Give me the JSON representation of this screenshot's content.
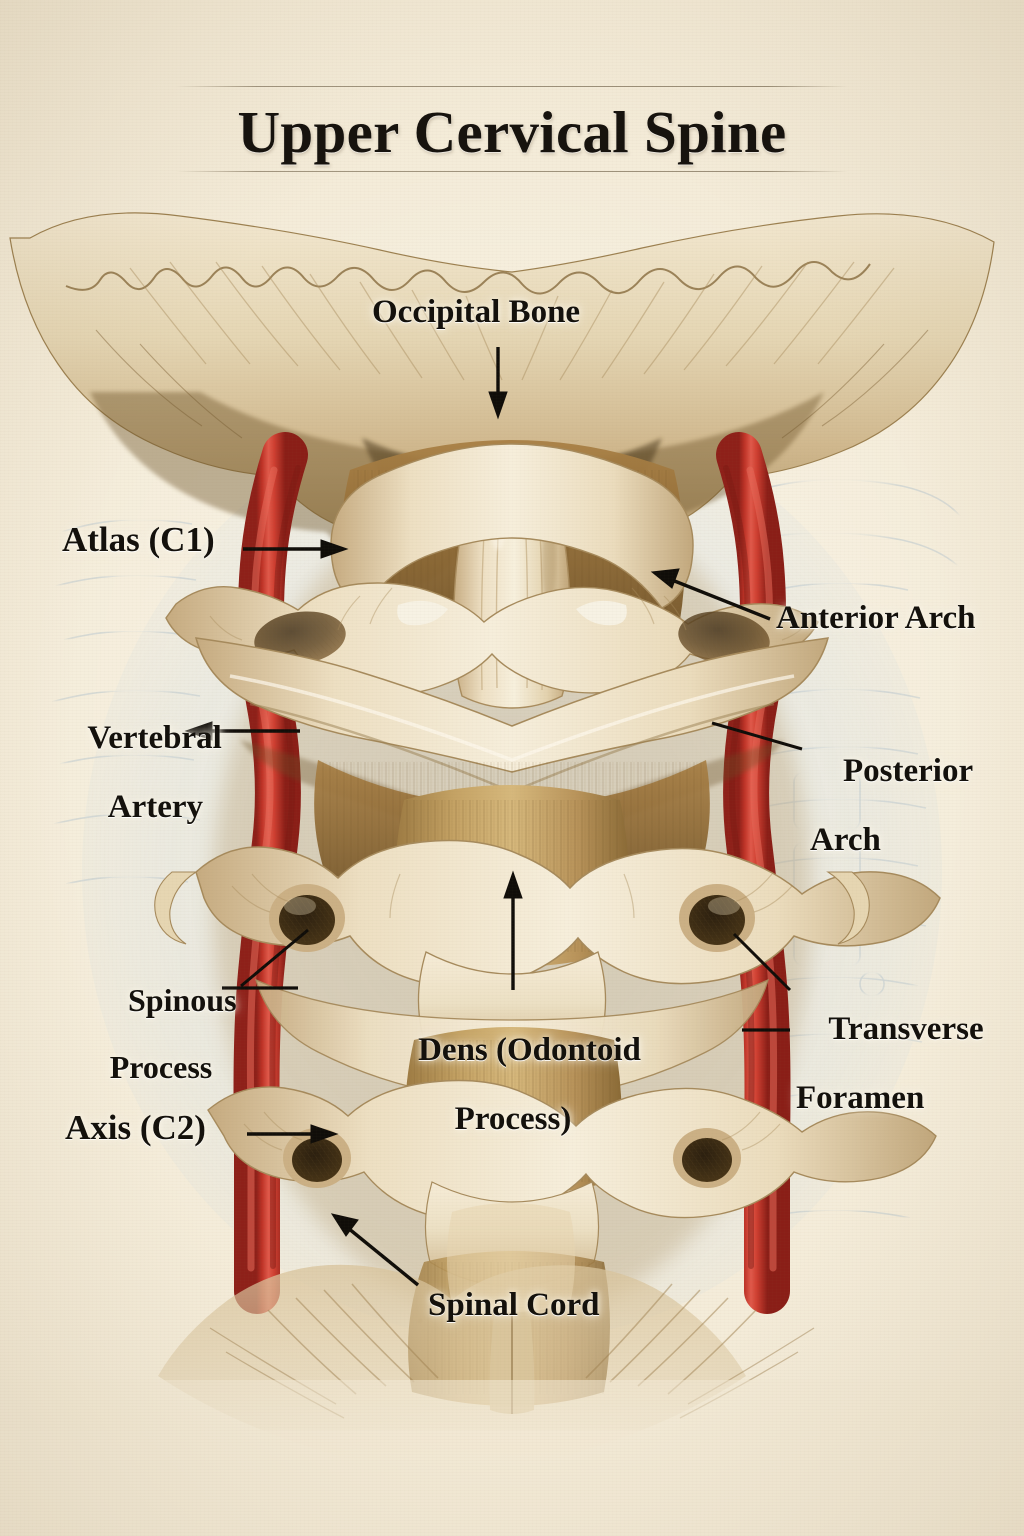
{
  "figure": {
    "title": "Upper Cervical Spine",
    "domain": "anatomical-illustration",
    "style": "vintage hand-painted medical plate on aged cream paper"
  },
  "palette": {
    "paper": "#f3ead6",
    "paper_light": "#f8f2e2",
    "ink": "#14110c",
    "bone_light": "#efe2c6",
    "bone_mid": "#ddc9a2",
    "bone_shadow": "#b79c72",
    "bone_deep": "#7d6238",
    "cartilage_brown": "#8a6a3a",
    "artery_red": "#c0342a",
    "artery_highlight": "#e0594a",
    "ghost_blue": "#9fb4c4"
  },
  "labels": [
    {
      "id": "occipital",
      "text": "Occipital Bone",
      "lines": [
        "Occipital Bone"
      ],
      "pointer": "arrow-down"
    },
    {
      "id": "atlas",
      "text": "Atlas (C1)",
      "lines": [
        "Atlas (C1)"
      ],
      "pointer": "arrow-right"
    },
    {
      "id": "anterior",
      "text": "Anterior Arch",
      "lines": [
        "Anterior Arch"
      ],
      "pointer": "arrow-up-left"
    },
    {
      "id": "vertebral",
      "text": "Vertebral Artery",
      "lines": [
        "Vertebral",
        "Artery"
      ],
      "pointer": "arrow-left"
    },
    {
      "id": "posterior",
      "text": "Posterior Arch",
      "lines": [
        "Posterior",
        "Arch"
      ],
      "pointer": "leader-up-left"
    },
    {
      "id": "spinous",
      "text": "Spinous Process",
      "lines": [
        "Spinous",
        "Process"
      ],
      "pointer": "leader-up-right"
    },
    {
      "id": "dens",
      "text": "Dens (Odontoid Process)",
      "lines": [
        "Dens (Odontoid",
        "Process)"
      ],
      "pointer": "arrow-up"
    },
    {
      "id": "transverse",
      "text": "Transverse Foramen",
      "lines": [
        "Transverse",
        "Foramen"
      ],
      "pointer": "leader-up-left"
    },
    {
      "id": "axis",
      "text": "Axis (C2)",
      "lines": [
        "Axis (C2)"
      ],
      "pointer": "arrow-right"
    },
    {
      "id": "spinal",
      "text": "Spinal Cord",
      "lines": [
        "Spinal Cord"
      ],
      "pointer": "arrow-up-left"
    }
  ],
  "label_text": {
    "occipital": "Occipital Bone",
    "atlas": "Atlas (C1)",
    "anterior": "Anterior Arch",
    "vertebral_1": "Vertebral",
    "vertebral_2": "Artery",
    "posterior_1": "Posterior",
    "posterior_2": "Arch",
    "spinous_1": "Spinous",
    "spinous_2": "Process",
    "dens_1": "Dens (Odontoid",
    "dens_2": "Process)",
    "transverse_1": "Transverse",
    "transverse_2": "Foramen",
    "axis": "Axis (C2)",
    "spinal": "Spinal Cord"
  },
  "structures": [
    "occipital-bone",
    "atlas-c1-vertebra",
    "anterior-arch-of-atlas",
    "posterior-arch-of-atlas",
    "axis-c2-vertebra",
    "dens-odontoid-process",
    "spinous-process",
    "transverse-foramen",
    "left-vertebral-artery",
    "right-vertebral-artery",
    "spinal-cord",
    "c3-vertebra",
    "c4-vertebra"
  ]
}
